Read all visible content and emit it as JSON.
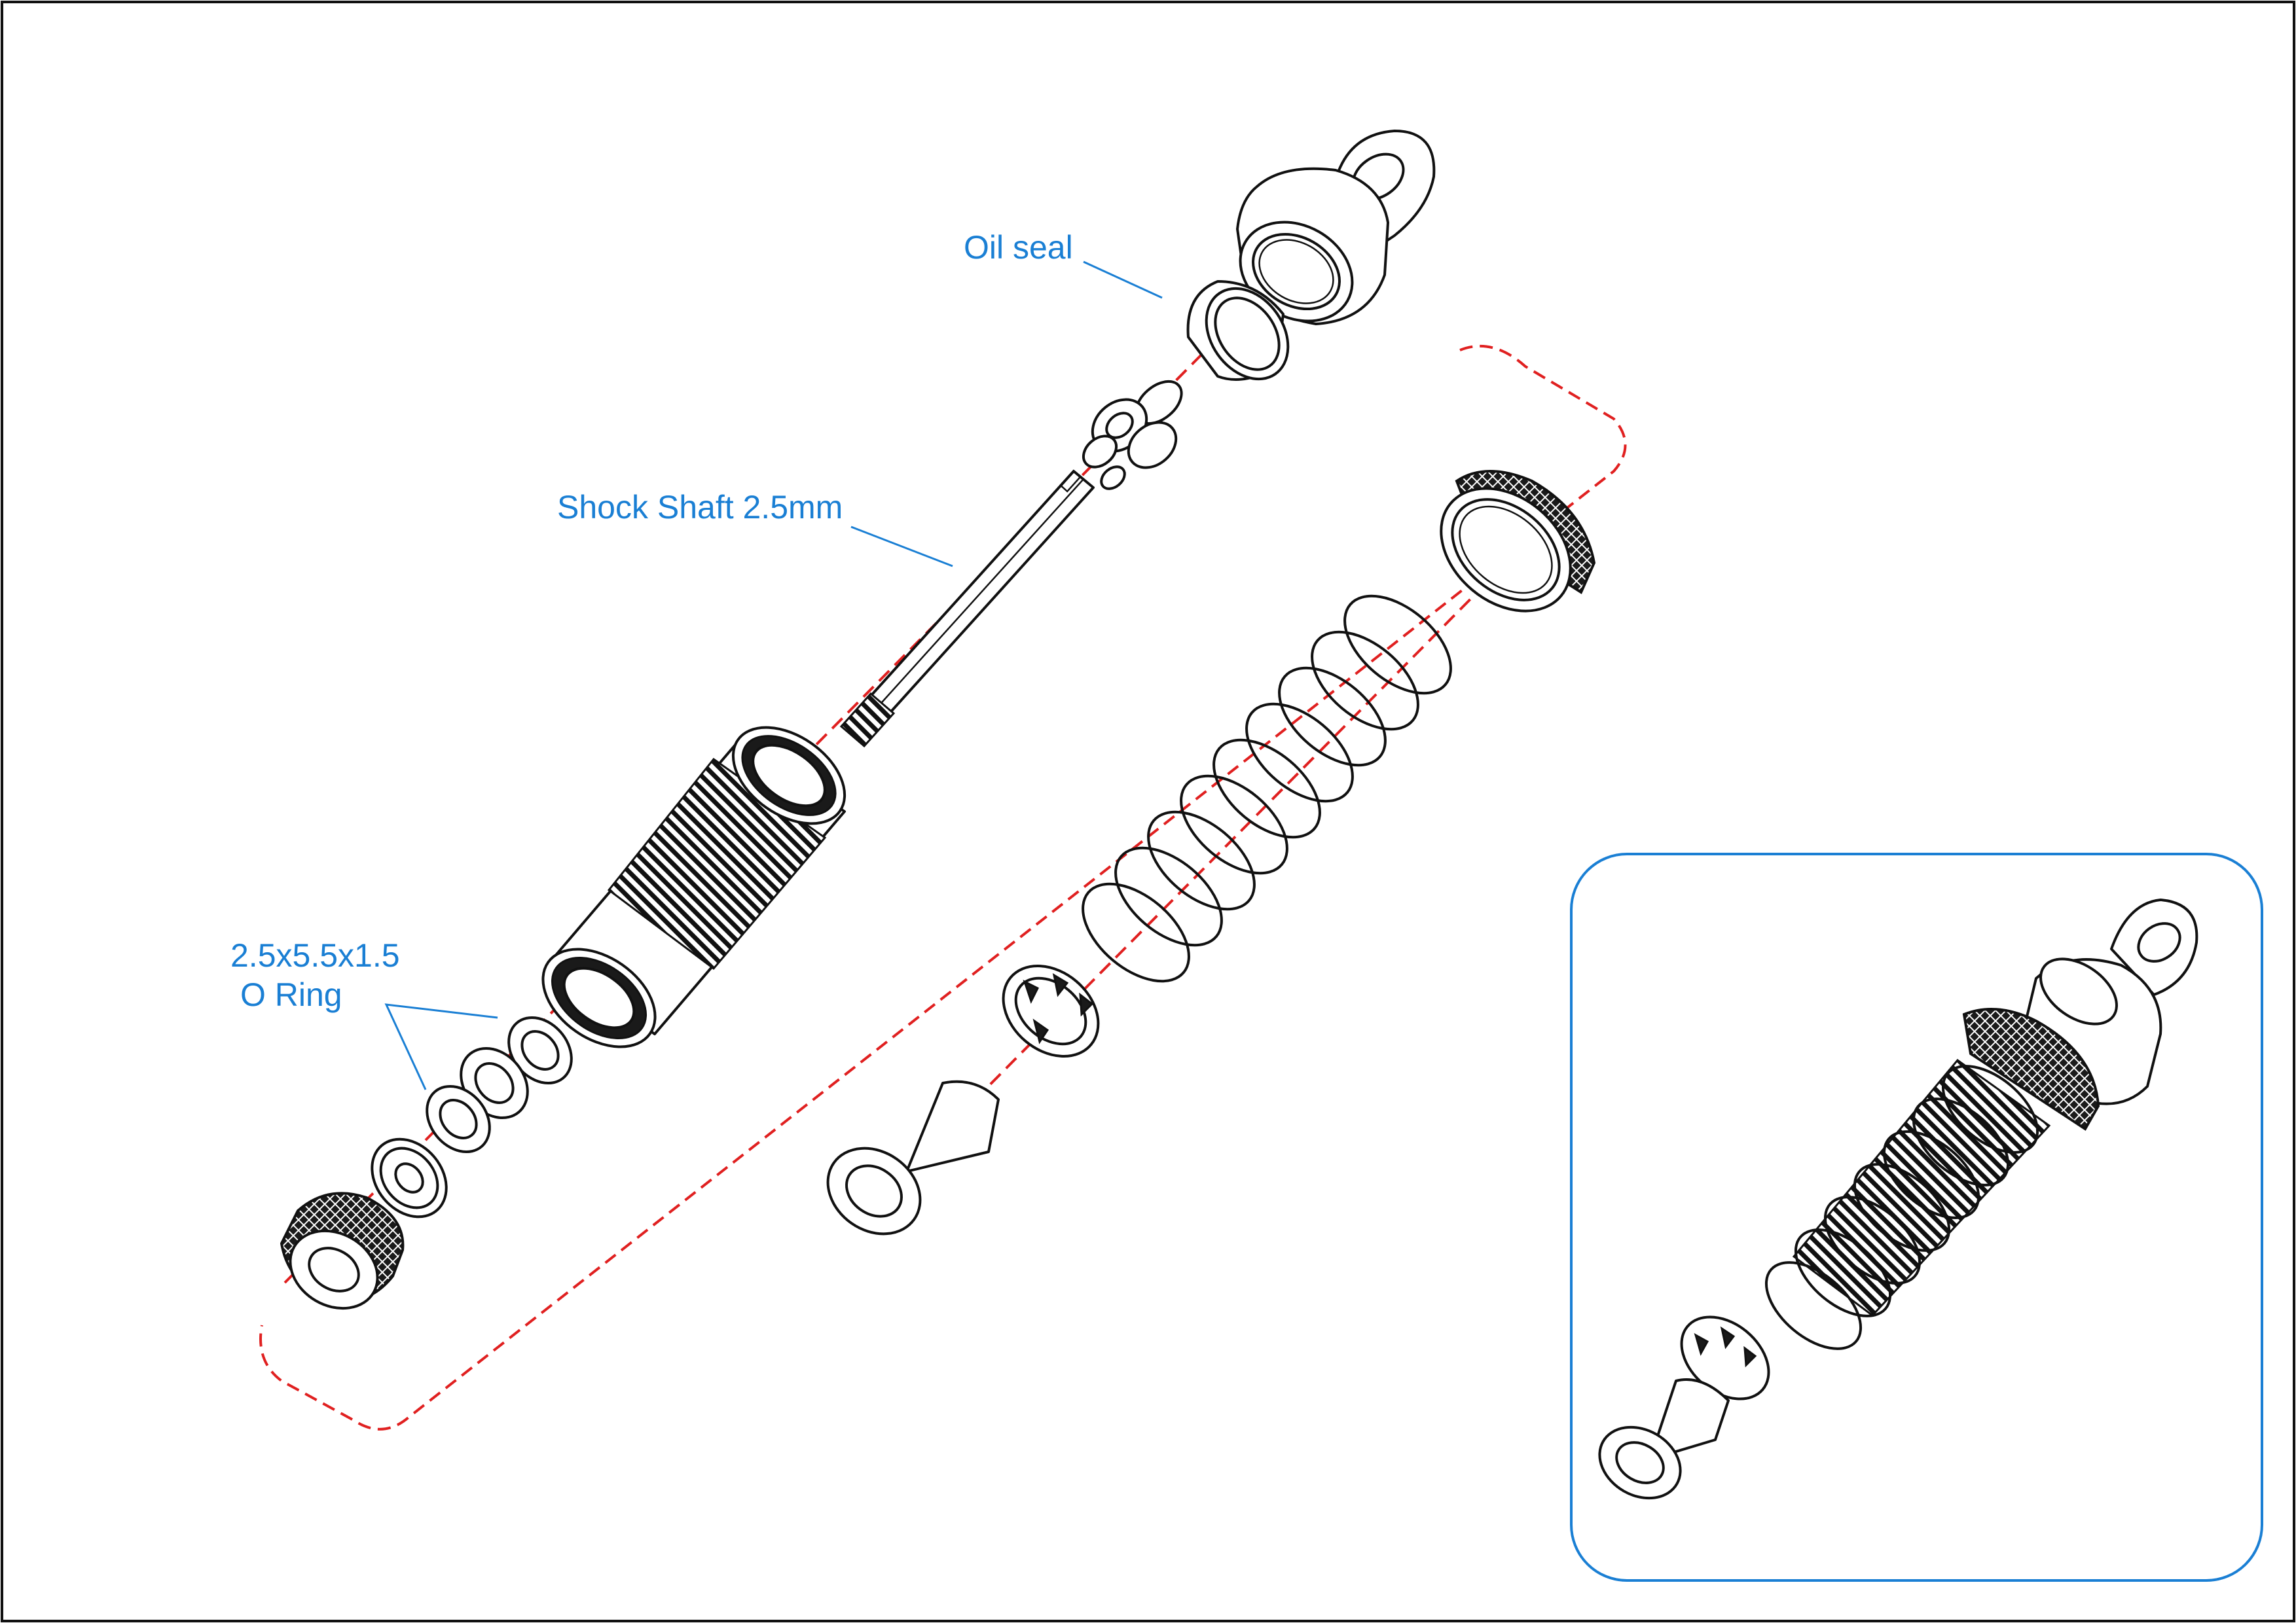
{
  "labels": {
    "oil_seal": "Oil seal",
    "shock_shaft": "Shock Shaft 2.5mm",
    "o_ring_size": "2.5x5.5x1.5",
    "o_ring_name": "O Ring"
  },
  "colors": {
    "label": "#1a7fd4",
    "axis": "#e02020",
    "inset_frame": "#1a7fd4",
    "line": "#111111"
  }
}
